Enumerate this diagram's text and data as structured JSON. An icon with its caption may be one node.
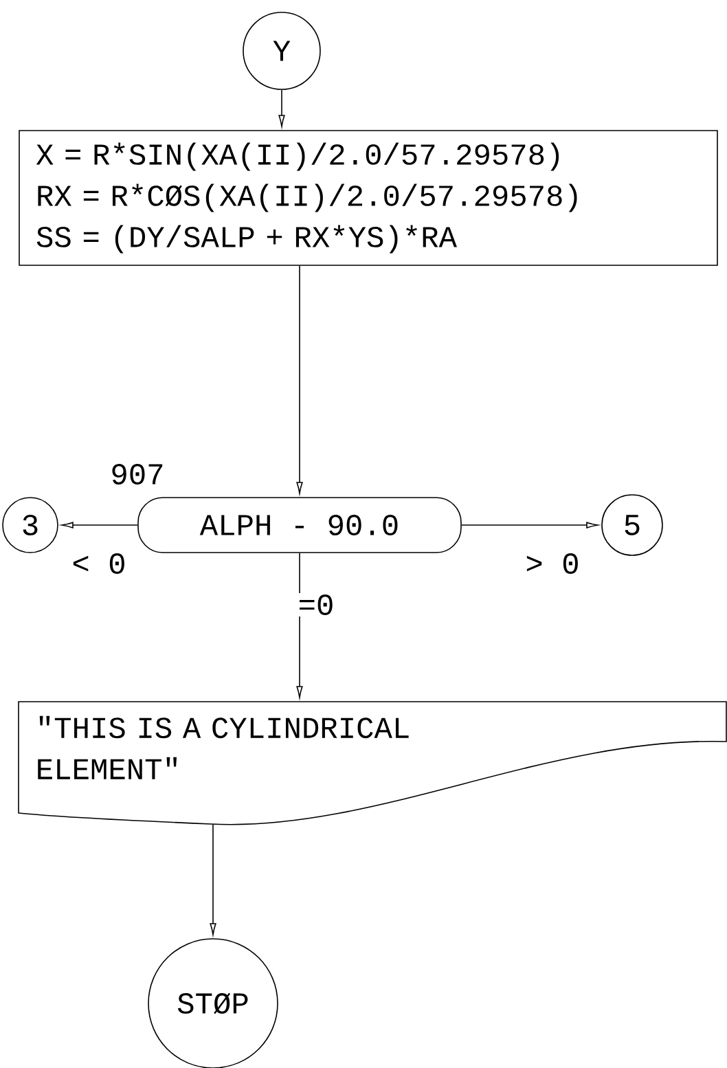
{
  "diagram": {
    "nodes": [
      {
        "text": [
          "Y"
        ]
      },
      {
        "text": [
          "X = R*SIN(XA(II)/2.0/57.29578)",
          "RX = R*CØS(XA(II)/2.0/57.29578)",
          "SS = (DY/SALP + RX*YS)*RA"
        ]
      },
      {
        "text": [
          "ALPH - 90.0"
        ],
        "beside": [
          "907"
        ]
      },
      {
        "text": [
          "3"
        ]
      },
      {
        "text": [
          "5"
        ]
      },
      {
        "text": [
          "\"THIS IS A CYLINDRICAL ELEMENT\""
        ]
      },
      {
        "text": [
          "STØP"
        ]
      }
    ],
    "edges": [
      {
        "from": 0,
        "to": 1,
        "arrow": "to"
      },
      {
        "from": 1,
        "to": 2,
        "arrow": "to"
      },
      {
        "from": 2,
        "to": 3,
        "arrow": "to",
        "label": "< 0"
      },
      {
        "from": 2,
        "to": 4,
        "arrow": "to",
        "label": "> 0"
      },
      {
        "from": 2,
        "to": 5,
        "arrow": "to",
        "label": "=0"
      },
      {
        "from": 5,
        "to": 6,
        "arrow": "to"
      }
    ]
  }
}
